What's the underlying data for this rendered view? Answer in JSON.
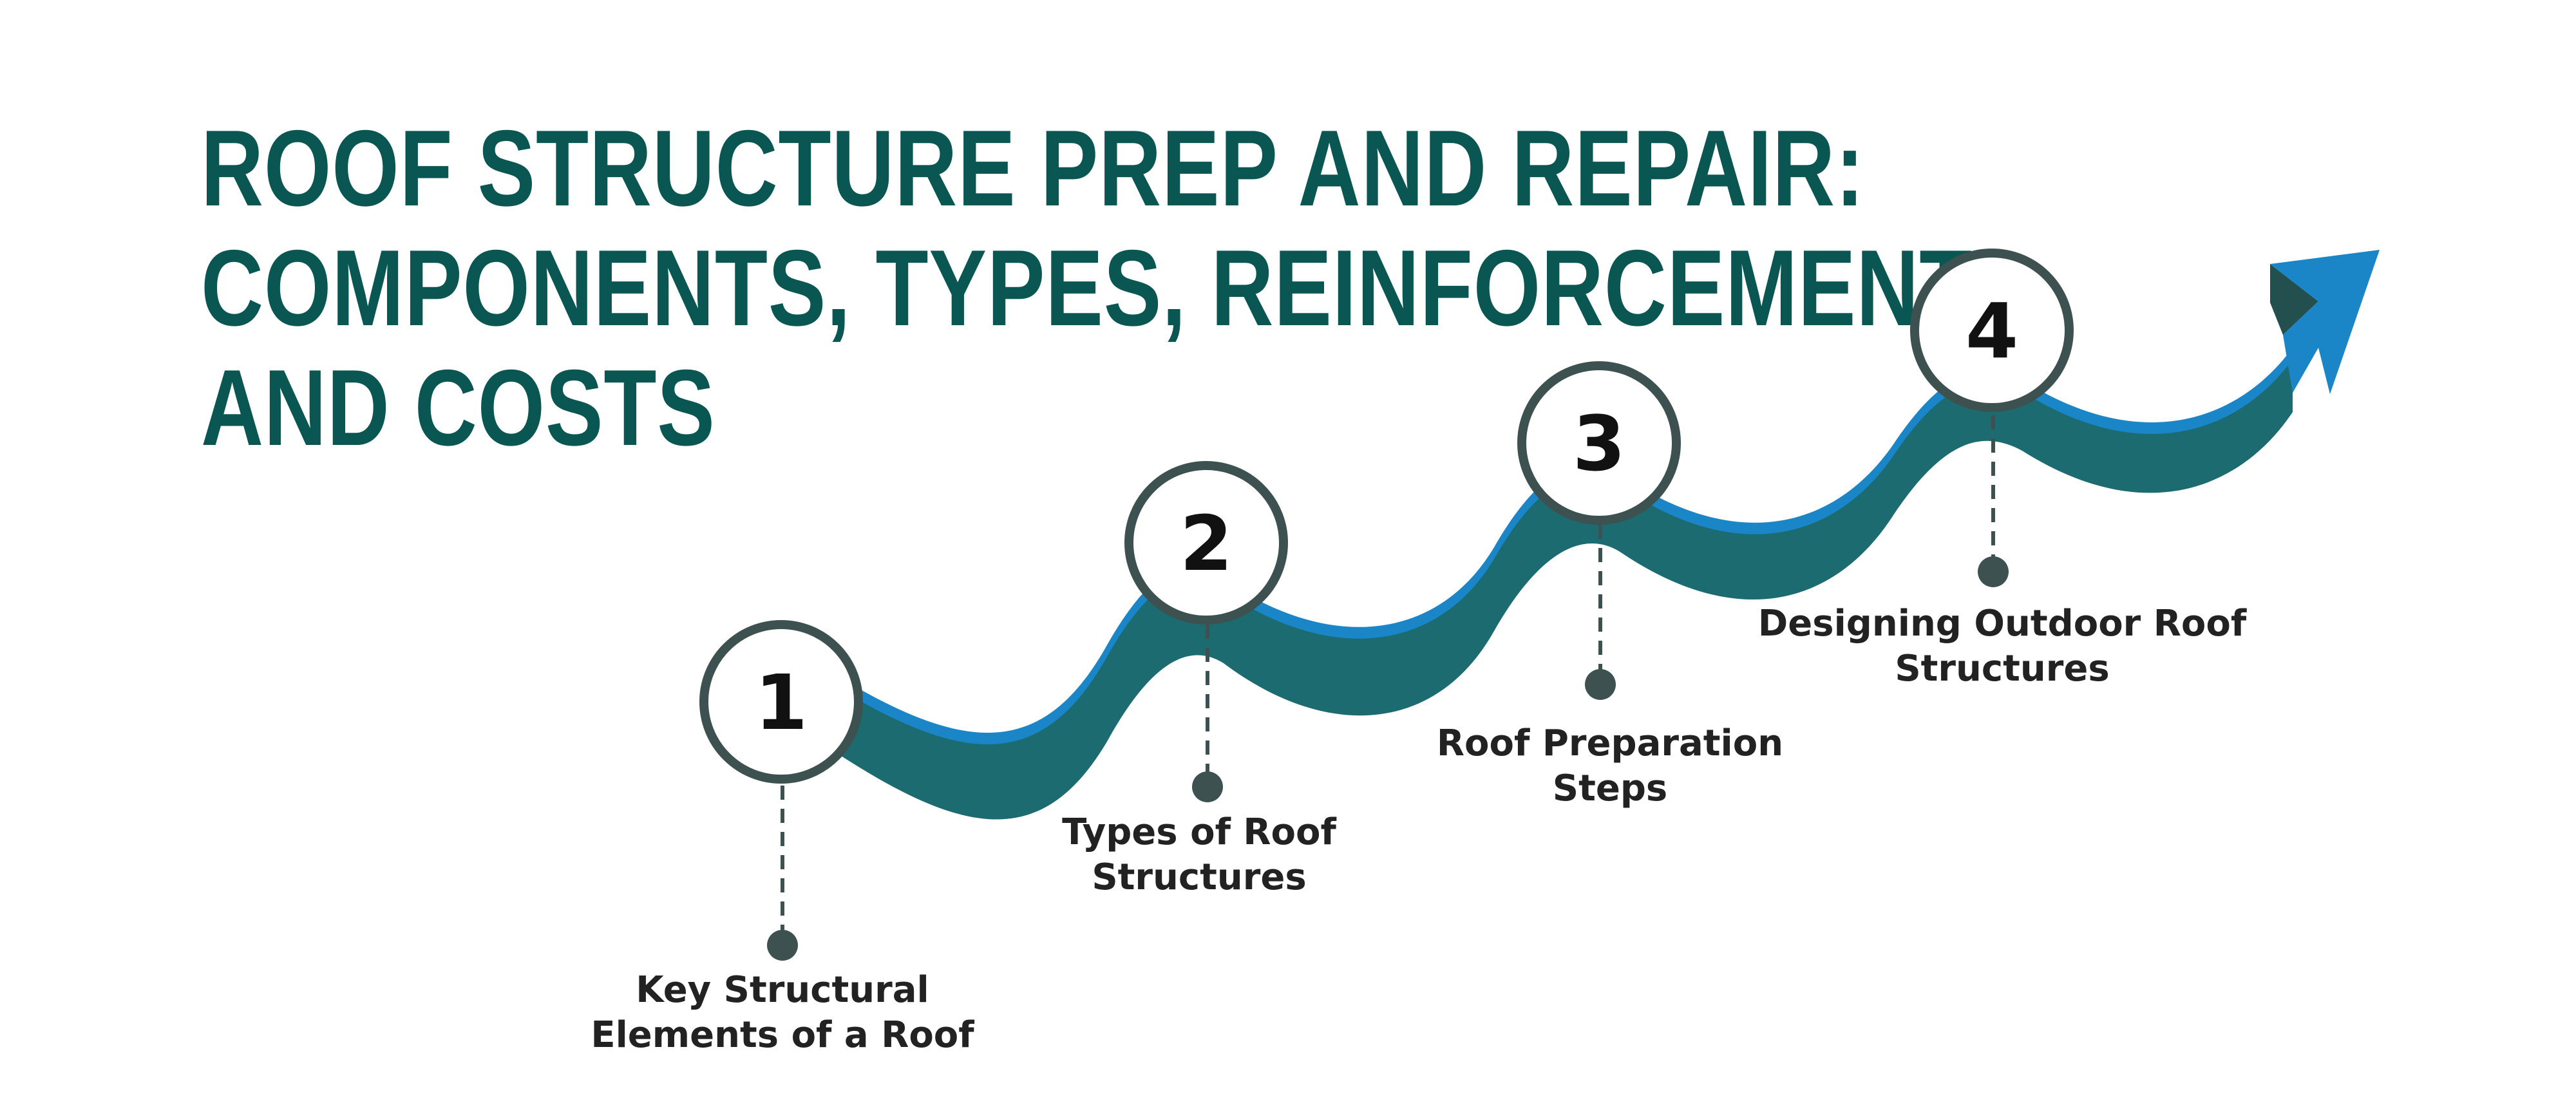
{
  "title": {
    "line1": "ROOF STRUCTURE PREP AND REPAIR:",
    "line2": "COMPONENTS, TYPES, REINFORCEMENT,",
    "line3": "AND COSTS"
  },
  "colors": {
    "title": "#0a5652",
    "ribbon": "#1c6b70",
    "ribbon_highlight": "#1a86c8",
    "circle_border": "#3d5250",
    "connector": "#3d5250"
  },
  "steps": [
    {
      "number": "1",
      "label_line1": "Key Structural",
      "label_line2": "Elements of a Roof"
    },
    {
      "number": "2",
      "label_line1": "Types of Roof",
      "label_line2": "Structures"
    },
    {
      "number": "3",
      "label_line1": "Roof Preparation",
      "label_line2": "Steps"
    },
    {
      "number": "4",
      "label_line1": "Designing Outdoor Roof",
      "label_line2": "Structures"
    }
  ],
  "arrow_icon": "arrow-up-right-icon"
}
